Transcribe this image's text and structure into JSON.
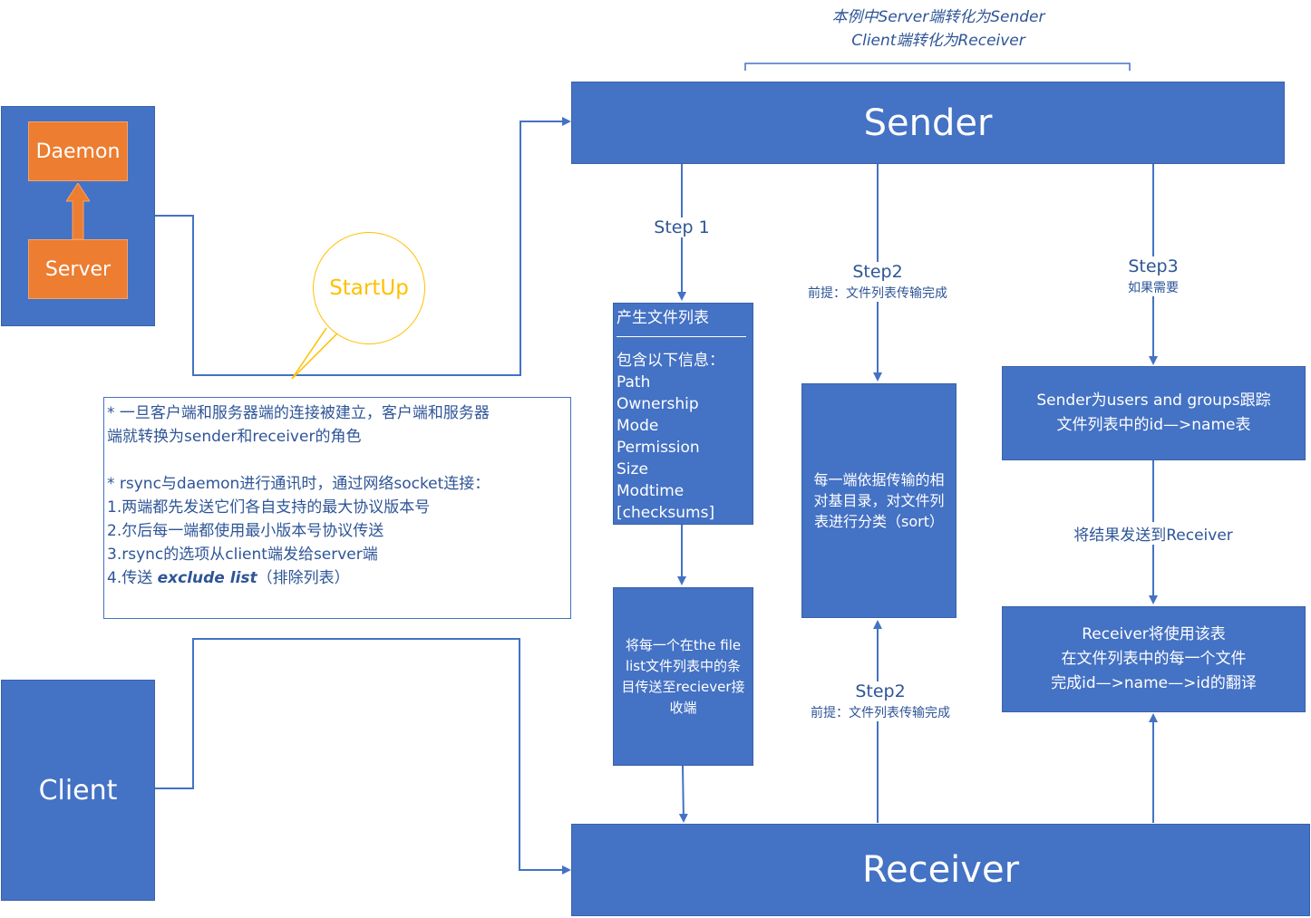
{
  "top_note": {
    "line1": "本例中Server端转化为Sender",
    "line2": "Client端转化为Receiver"
  },
  "left_group": {
    "daemon": "Daemon",
    "server": "Server"
  },
  "client": "Client",
  "startup": "StartUp",
  "sender": "Sender",
  "receiver": "Receiver",
  "note": {
    "line1": "* 一旦客户端和服务器端的连接被建立，客户端和服务器",
    "line2": "端就转换为sender和receiver的角色",
    "line3": "* rsync与daemon进行通讯时，通过网络socket连接：",
    "line4": "1.两端都先发送它们各自支持的最大协议版本号",
    "line5": "2.尔后每一端都使用最小版本号协议传送",
    "line6": "3.rsync的选项从client端发给server端",
    "line7_prefix": "4.传送 ",
    "line7_em": "exclude list",
    "line7_suffix": "（排除列表）"
  },
  "step1": {
    "label": "Step 1",
    "filelist_title": "产生文件列表",
    "filelist_intro": "包含以下信息：",
    "filelist_items": [
      "Path",
      "Ownership",
      "Mode",
      "Permission",
      "Size",
      "Modtime",
      "[checksums]"
    ],
    "send_box": "将每一个在the file list文件列表中的条目传送至reciever接收端"
  },
  "step2_top": {
    "label": "Step2",
    "sub": "前提：文件列表传输完成"
  },
  "step2_box": "每一端依据传输的相对基目录，对文件列表进行分类（sort）",
  "step2_bottom": {
    "label": "Step2",
    "sub": "前提：文件列表传输完成"
  },
  "step3": {
    "label": "Step3",
    "sub": "如果需要",
    "box1_line1": "Sender为users and groups跟踪",
    "box1_line2": "文件列表中的id—>name表",
    "middle": "将结果发送到Receiver",
    "box2_line1": "Receiver将使用该表",
    "box2_line2": "在文件列表中的每一个文件",
    "box2_line3": "完成id—>name—>id的翻译"
  },
  "colors": {
    "box_blue": "#4472c4",
    "orange": "#ed7d31",
    "startup_yellow": "#ffc000",
    "text_blue": "#2e5597"
  }
}
